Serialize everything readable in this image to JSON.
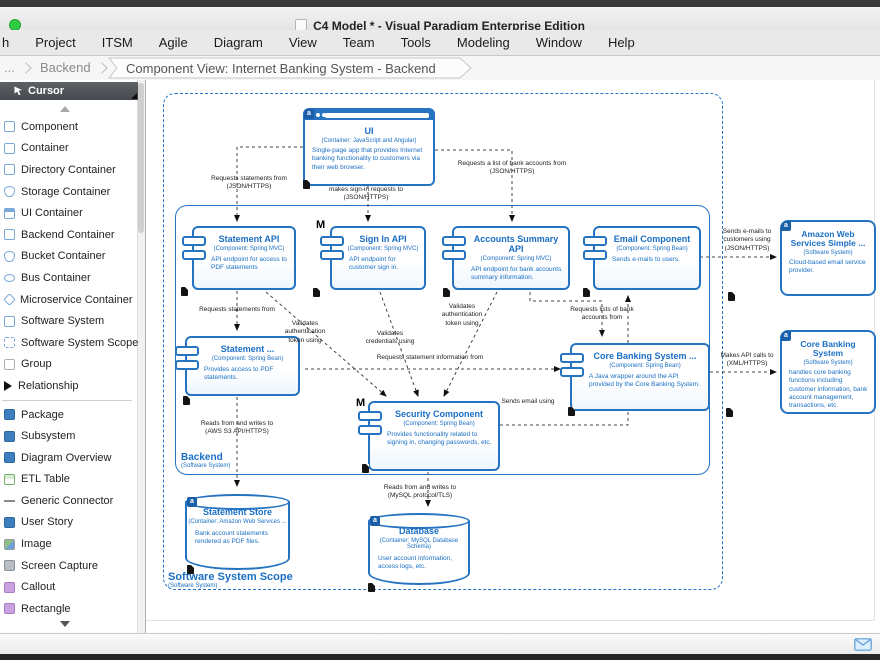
{
  "window": {
    "title": "C4 Model * - Visual Paradigm Enterprise Edition"
  },
  "menu": {
    "items": [
      "h",
      "Project",
      "ITSM",
      "Agile",
      "Diagram",
      "View",
      "Team",
      "Tools",
      "Modeling",
      "Window",
      "Help"
    ]
  },
  "breadcrumb": {
    "collapsed": "...",
    "parent": "Backend",
    "current": "Component View: Internet Banking System - Backend"
  },
  "toolbar": {
    "icons": [
      "robot-assistant-icon",
      "megaphone-icon",
      "selection-frame-icon"
    ]
  },
  "palette": {
    "header": "Cursor",
    "items": [
      "Component",
      "Container",
      "Directory Container",
      "Storage Container",
      "UI Container",
      "Backend Container",
      "Bucket Container",
      "Bus Container",
      "Microservice Container",
      "Software System",
      "Software System Scope",
      "Group",
      "Relationship",
      "Package",
      "Subsystem",
      "Diagram Overview",
      "ETL Table",
      "Generic Connector",
      "User Story",
      "Image",
      "Screen Capture",
      "Callout",
      "Rectangle"
    ]
  },
  "diagram": {
    "scope": {
      "title": "Software System Scope",
      "subtitle": "(Software System)"
    },
    "backend": {
      "title": "Backend",
      "subtitle": "(Software System)"
    },
    "nodes": {
      "ui": {
        "badge": "a",
        "title": "UI",
        "subtitle": "(Container: JavaScript and Angular)",
        "desc": "Single-page app that provides Internet banking functionality to customers via their web browser."
      },
      "statement_api": {
        "title": "Statement API",
        "subtitle": "(Component: Spring MVC)",
        "desc": "API endpoint for access to PDF statements"
      },
      "signin_api": {
        "badge": "M",
        "title": "Sign In API",
        "subtitle": "(Component: Spring MVC)",
        "desc": "API endpoint for customer sign in."
      },
      "accounts_api": {
        "title": "Accounts Summary API",
        "subtitle": "(Component: Spring MVC)",
        "desc": "API endpoint for bank accounts summary information."
      },
      "email": {
        "title": "Email Component",
        "subtitle": "(Component: Spring Bean)",
        "desc": "Sends e-mails to users."
      },
      "statement_comp": {
        "title": "Statement ...",
        "subtitle": "(Component: Spring Bean)",
        "desc": "Provides access to PDF statements."
      },
      "core_facade": {
        "title": "Core Banking System ...",
        "subtitle": "(Component: Spring Bean)",
        "desc": "A Java wrapper around the API provided by the Core Banking System."
      },
      "security": {
        "badge": "M",
        "title": "Security Component",
        "subtitle": "(Component: Spring Bean)",
        "desc": "Provides functionality related to signing in, changing passwords, etc."
      },
      "statement_store": {
        "badge": "a",
        "title": "Statement Store",
        "subtitle": "(Container: Amazon Web Services ...",
        "desc": "Bank account statements rendered as PDF files."
      },
      "database": {
        "badge": "a",
        "title": "Database",
        "subtitle": "(Container: MySQL Database Schema)",
        "desc": "User account information, access logs, etc."
      },
      "aws": {
        "badge": "a",
        "title": "Amazon Web Services Simple ...",
        "subtitle": "(Software System)",
        "desc": "Cloud-based email service provider."
      },
      "core_banking": {
        "badge": "a",
        "title": "Core Banking System",
        "subtitle": "(Software System)",
        "desc": "handles core banking functions including customer information, bank account management, transactions, etc."
      }
    },
    "edge_labels": {
      "l1": "Requests statements from\n(JSON/HTTPS)",
      "l2": "makes sign-in requests to\n(JSON/HTTPS)",
      "l3": "Requests a list of bank accounts from\n(JSON/HTTPS)",
      "l4": "Requests statements from",
      "l5": "Validates\nauthentication\ntoken using",
      "l6": "Validates\ncredentials using",
      "l7": "Validates\nauthentication\ntoken using",
      "l8": "Requests statement information from",
      "l9": "Requests lists of bank\naccounts from",
      "l10": "Sends email using",
      "l11": "Reads from and writes to\n(AWS S3 API/HTTPS)",
      "l12": "Reads from and writes to\n(MySQL protocol/TLS)",
      "l13": "Sends e-mails to\ncustomers using\n(JSON/HTTPS)",
      "l14": "Makes API calls to\n(XML/HTTPS)"
    }
  },
  "colors": {
    "accent": "#2573c1",
    "node_text": "#1a6fc4",
    "traffic_light": "#2ecc40",
    "megaphone_border": "#63a34f"
  }
}
